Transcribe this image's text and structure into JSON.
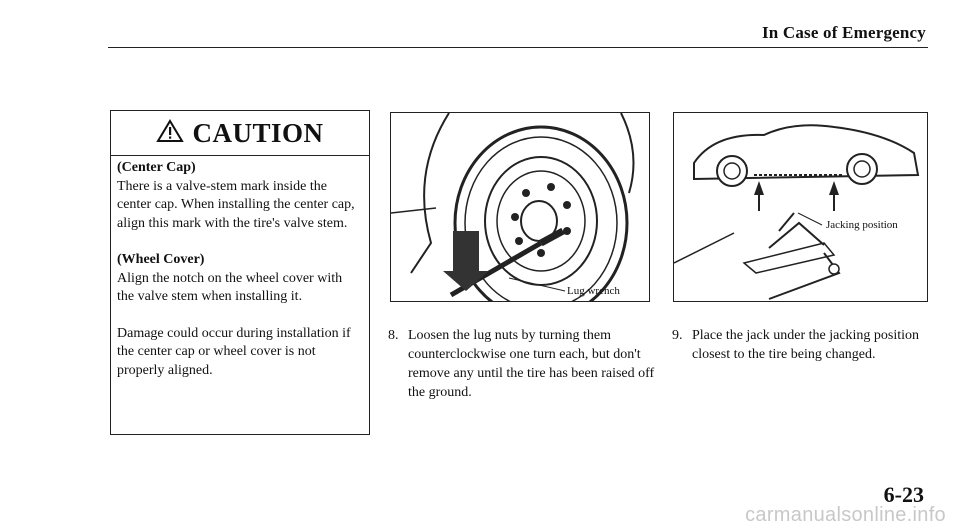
{
  "header": {
    "title": "In Case of Emergency"
  },
  "caution": {
    "heading": "CAUTION",
    "center_cap_title": "(Center Cap)",
    "center_cap_text": "There is a valve-stem mark inside the center cap. When installing the center cap, align this mark with the tire's valve stem.",
    "wheel_cover_title": "(Wheel Cover)",
    "wheel_cover_text": "Align the notch on the wheel cover with the valve stem when installing it.",
    "damage_text": "Damage could occur during installation if the center cap or wheel cover is not properly aligned."
  },
  "figures": {
    "lug_wrench_label": "Lug wrench",
    "jacking_position_label": "Jacking position"
  },
  "steps": [
    {
      "number": "8.",
      "text": "Loosen the lug nuts by turning them counterclockwise one turn each, but don't remove any until the tire has been raised off the ground."
    },
    {
      "number": "9.",
      "text": "Place the jack under the jacking position closest to the tire being changed."
    }
  ],
  "page_number": "6-23",
  "watermark": "carmanualsonline.info"
}
